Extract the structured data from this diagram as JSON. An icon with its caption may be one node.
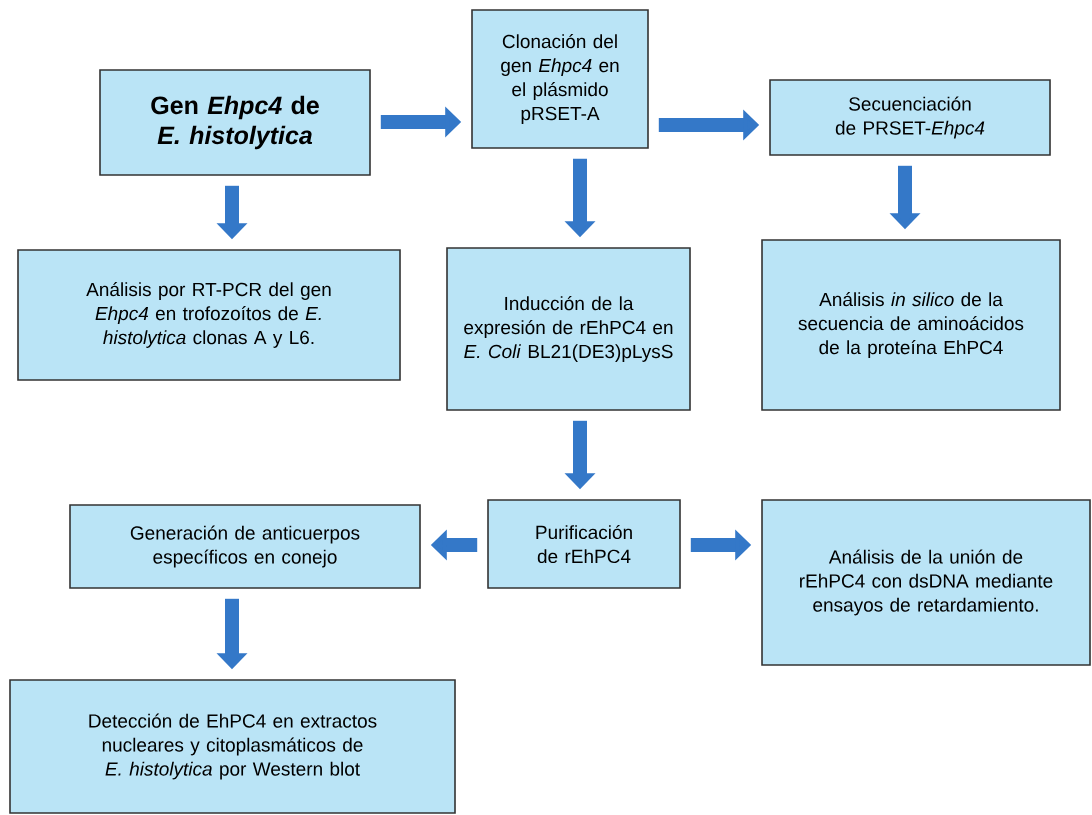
{
  "diagram": {
    "nodes": [
      {
        "text": [
          "Gen *Ehpc4* de *E. histolytica*"
        ]
      },
      {
        "text": [
          "Clonación del gen *Ehpc4* en el plásmido pRSET-A"
        ]
      },
      {
        "text": [
          "Secuenciación de PRSET-*Ehpc4*"
        ]
      },
      {
        "text": [
          "Análisis por RT-PCR del gen *Ehpc4* en trofozoítos de *E. histolytica* clonas A y L6."
        ]
      },
      {
        "text": [
          "Inducción de la expresión de rEhPC4 en *E. Coli* BL21(DE3)pLysS"
        ]
      },
      {
        "text": [
          "Análisis *in silico* de la secuencia de aminoácidos de la proteína EhPC4"
        ]
      },
      {
        "text": [
          "Generación de anticuerpos específicos en conejo"
        ]
      },
      {
        "text": [
          "Purificación de rEhPC4"
        ]
      },
      {
        "text": [
          "Análisis de la unión de rEhPC4 con dsDNA mediante ensayos de retardamiento."
        ]
      },
      {
        "text": [
          "Detección de EhPC4 en extractos nucleares y citoplasmáticos de *E. histolytica* por Western blot"
        ]
      }
    ],
    "edges": [
      {
        "from": 0,
        "to": 1,
        "arrow": "to"
      },
      {
        "from": 1,
        "to": 2,
        "arrow": "to"
      },
      {
        "from": 0,
        "to": 3,
        "arrow": "to"
      },
      {
        "from": 1,
        "to": 4,
        "arrow": "to"
      },
      {
        "from": 2,
        "to": 5,
        "arrow": "to"
      },
      {
        "from": 4,
        "to": 7,
        "arrow": "to"
      },
      {
        "from": 7,
        "to": 6,
        "arrow": "to"
      },
      {
        "from": 7,
        "to": 8,
        "arrow": "to"
      },
      {
        "from": 6,
        "to": 9,
        "arrow": "to"
      }
    ]
  }
}
